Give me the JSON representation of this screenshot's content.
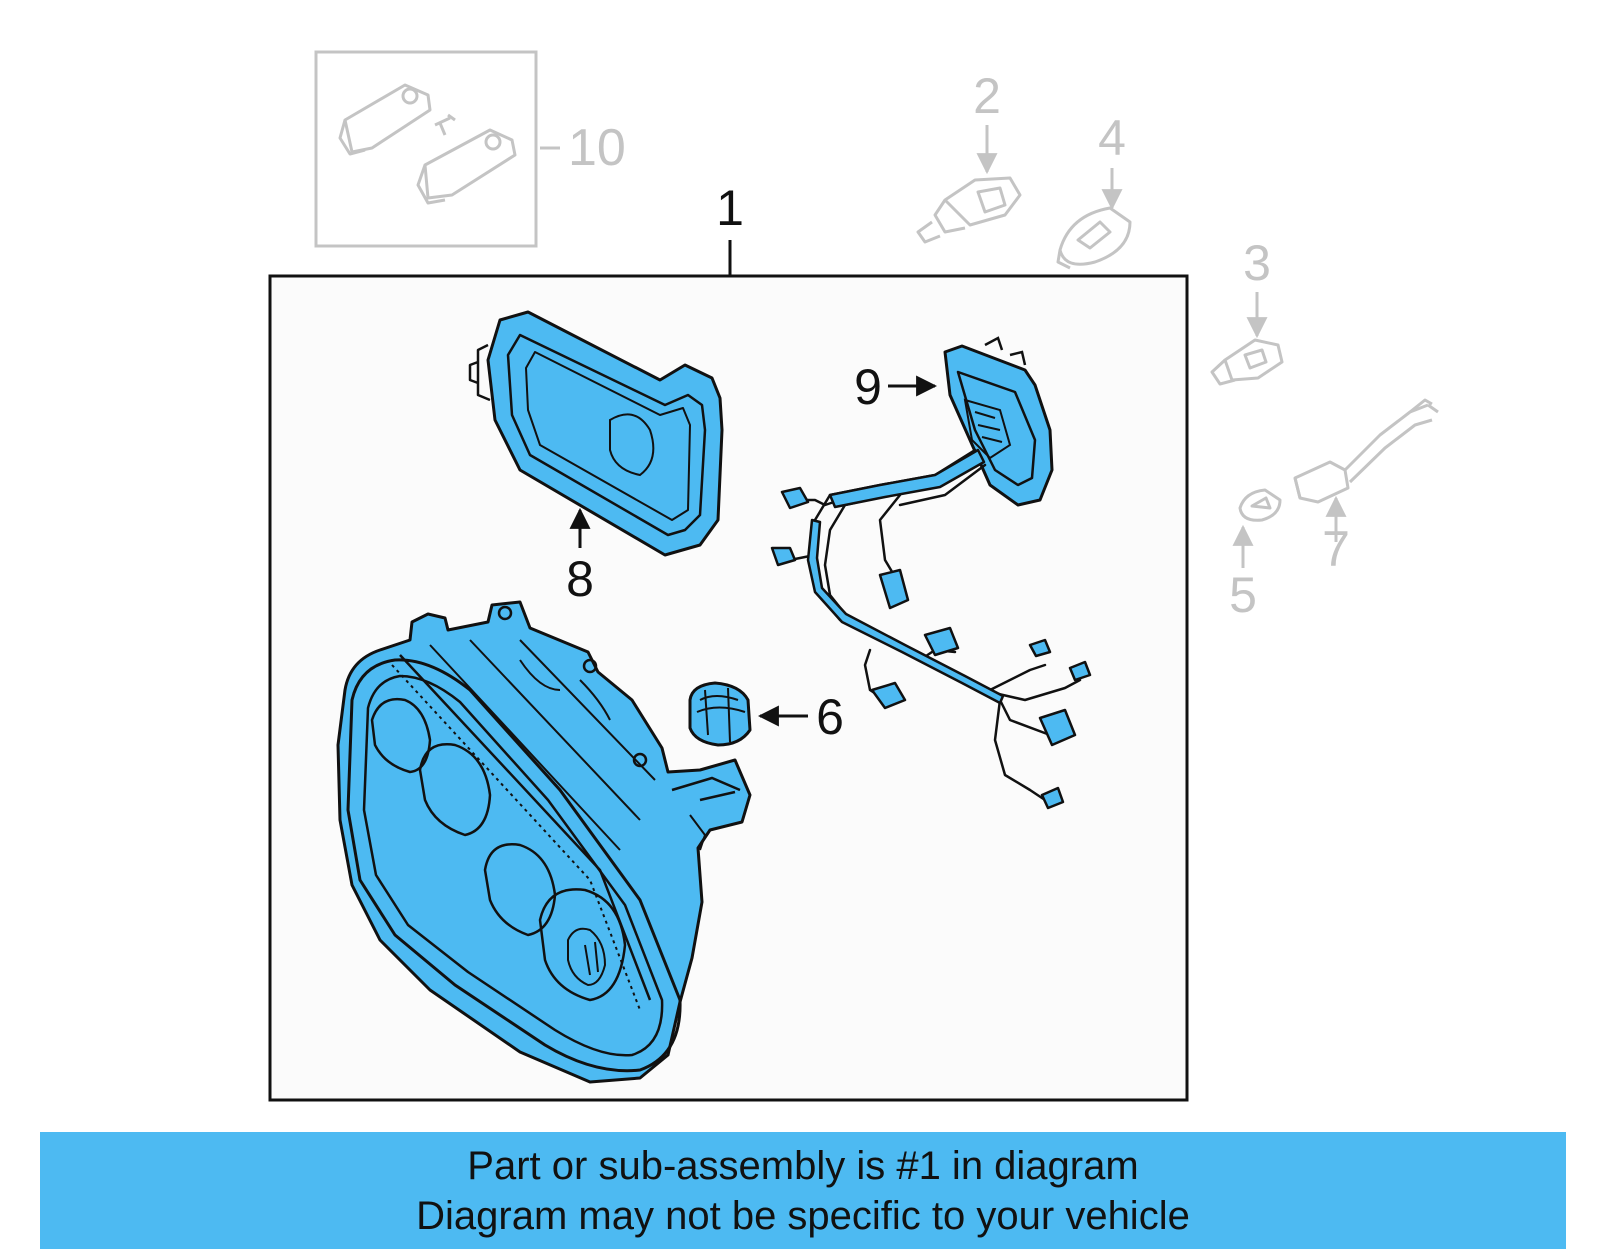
{
  "callouts": {
    "c1": "1",
    "c2": "2",
    "c3": "3",
    "c4": "4",
    "c5": "5",
    "c6": "6",
    "c7": "7",
    "c8": "8",
    "c9": "9",
    "c10": "10"
  },
  "banner": {
    "line1": "Part or sub-assembly is #1 in diagram",
    "line2": "Diagram may not be specific to your vehicle"
  },
  "colors": {
    "highlight": "#4dbaf2",
    "outline": "#111111",
    "ghost": "#c4c4c4",
    "panel": "#fbfbfb"
  }
}
